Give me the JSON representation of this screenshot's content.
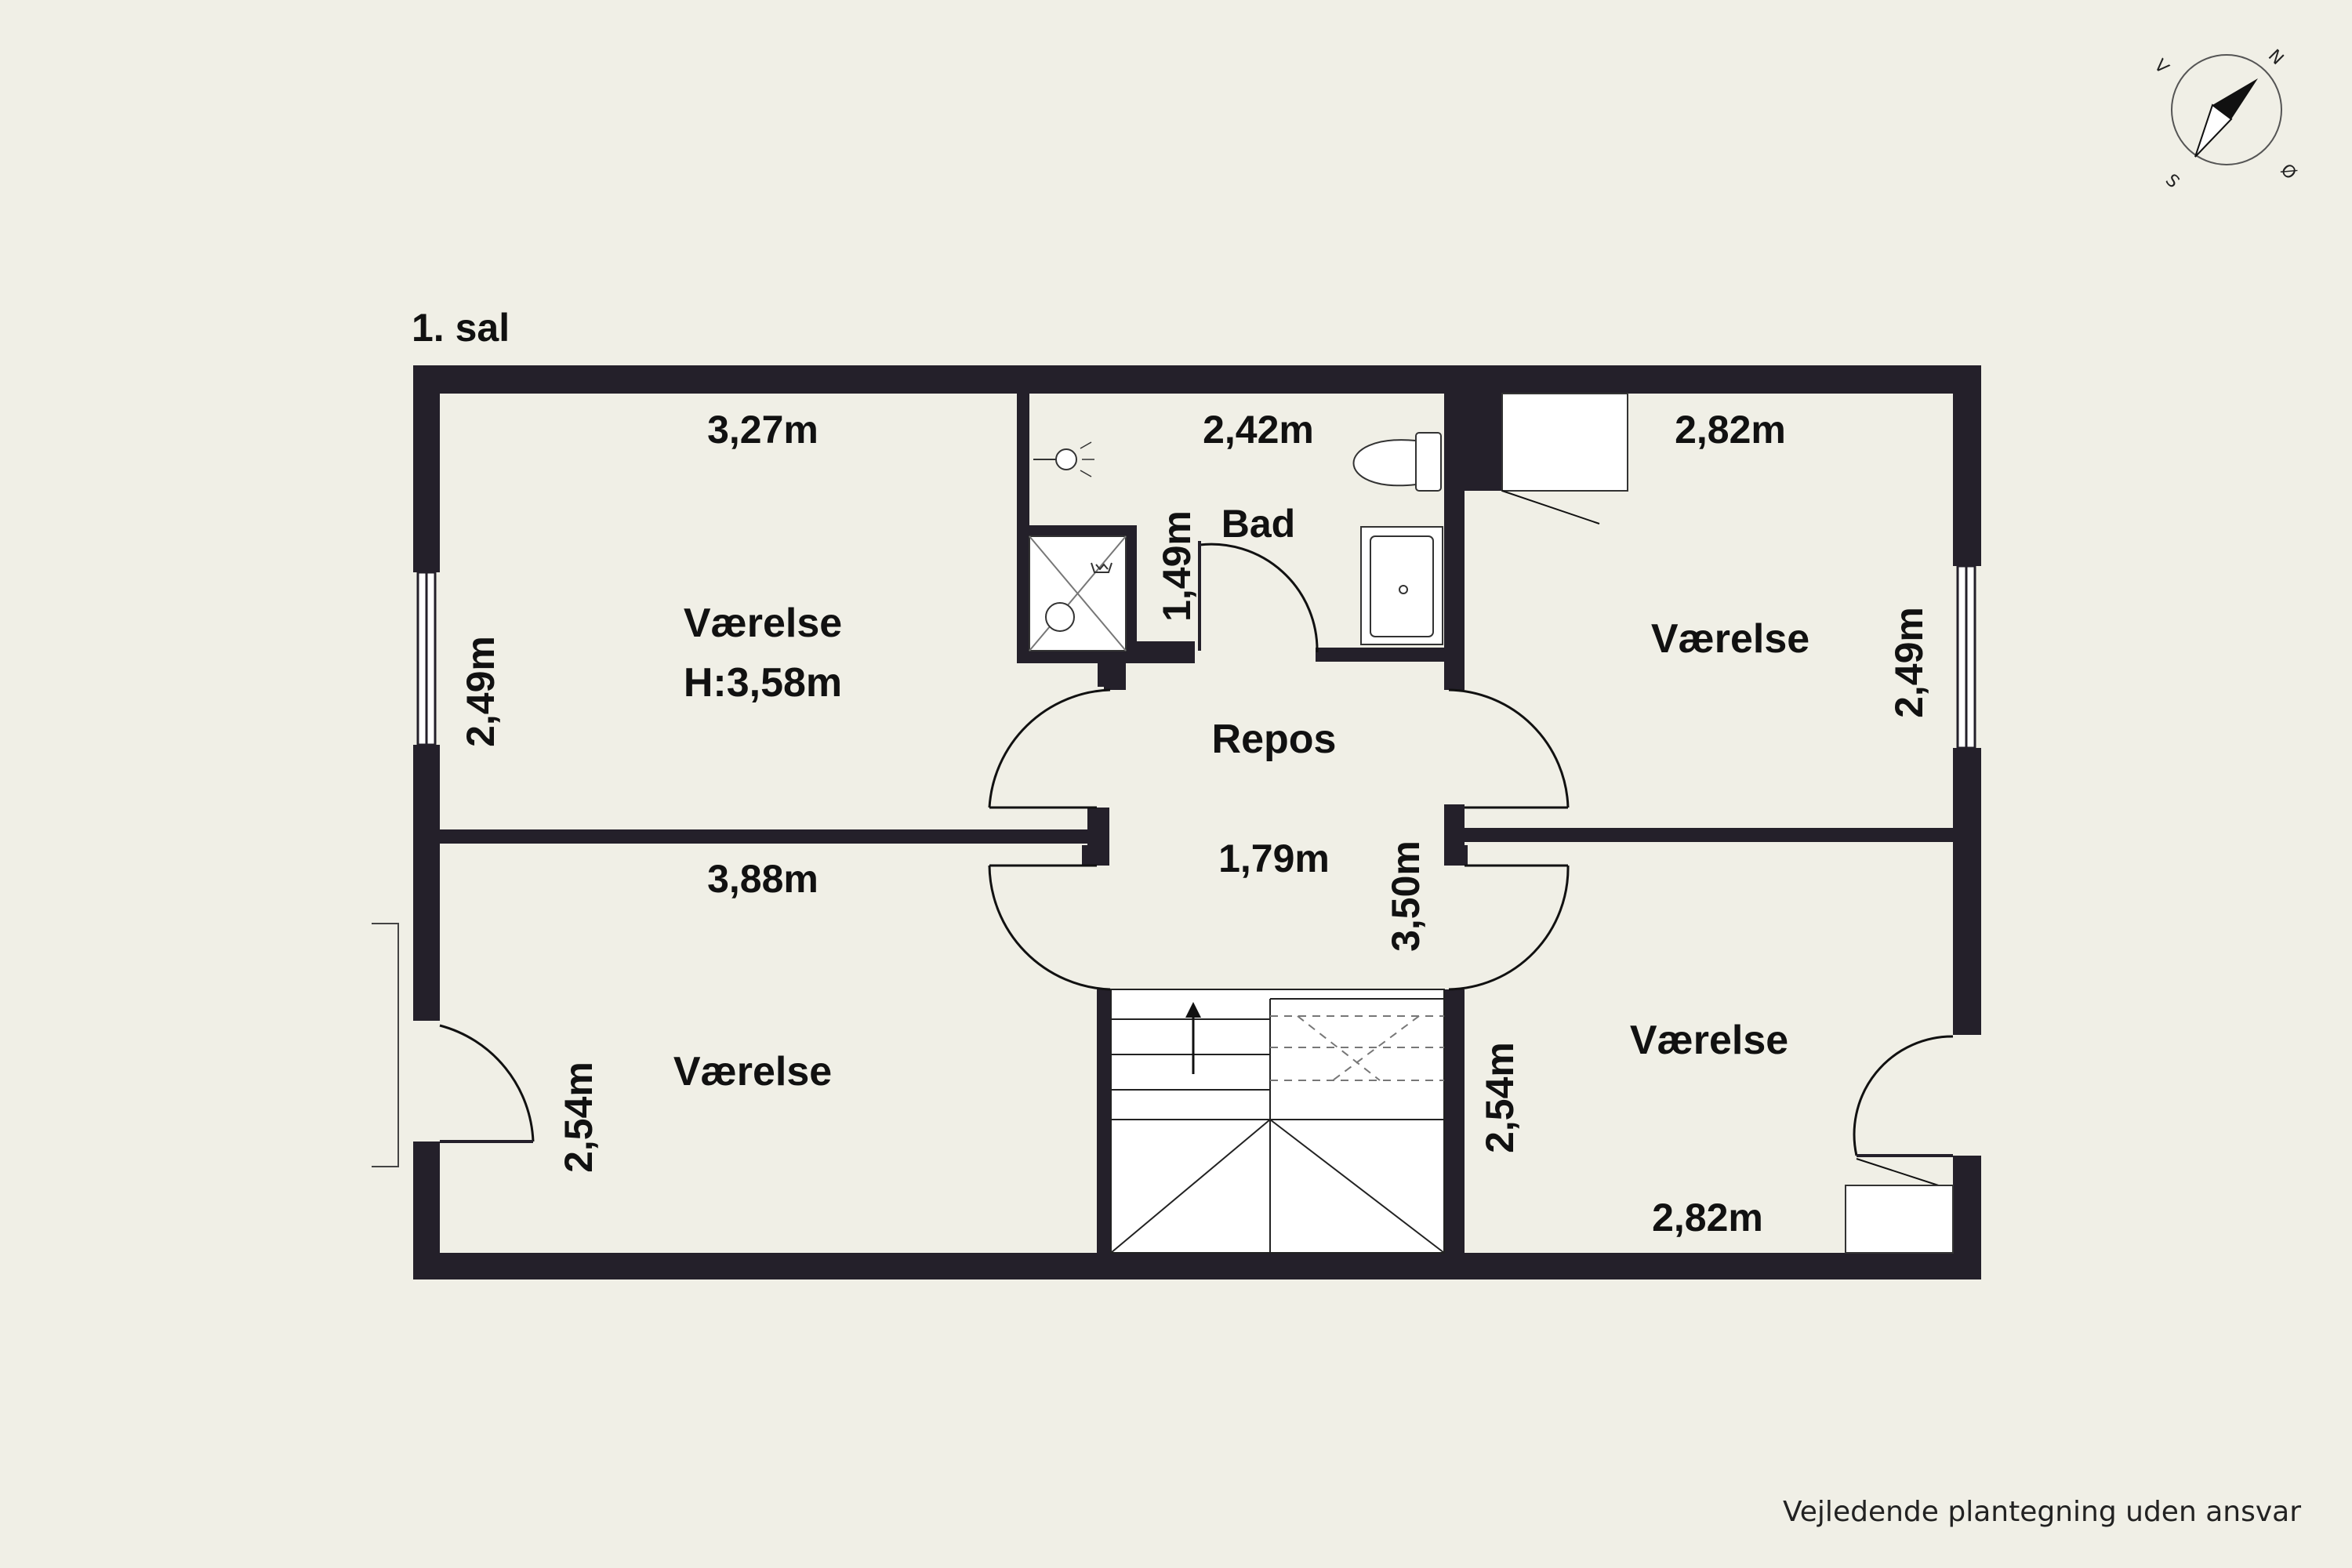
{
  "floor": {
    "label": "1. sal"
  },
  "compass": {
    "north": "N",
    "east": "Ø",
    "south": "S",
    "west": "V"
  },
  "rooms": {
    "top_left": {
      "name": "Værelse",
      "height": "H:3,58m",
      "width": "3,27m",
      "depth": "2,49m"
    },
    "bad": {
      "name": "Bad",
      "width": "2,42m",
      "depth": "1,49m"
    },
    "top_right": {
      "name": "Værelse",
      "width": "2,82m",
      "depth": "2,49m"
    },
    "repos": {
      "name": "Repos",
      "width": "1,79m",
      "depth": "3,50m"
    },
    "bottom_left": {
      "name": "Værelse",
      "width": "3,88m",
      "depth": "2,54m"
    },
    "bottom_right": {
      "name": "Værelse",
      "width": "2,82m",
      "depth": "2,54m"
    }
  },
  "footer": {
    "disclaimer": "Vejledende plantegning uden ansvar"
  },
  "colors": {
    "background": "#f0efe6",
    "wall": "#24202a",
    "line": "#111111"
  }
}
